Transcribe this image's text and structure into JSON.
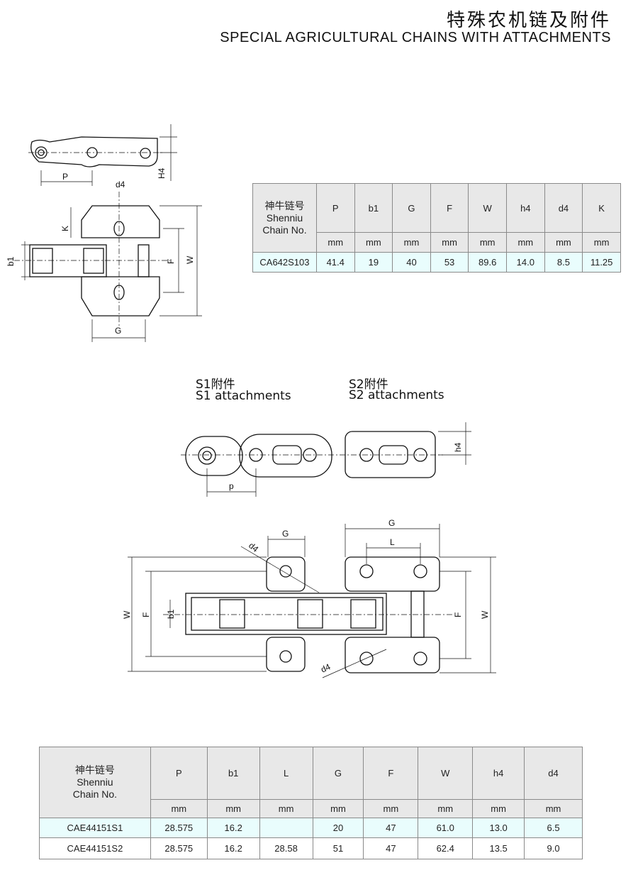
{
  "header": {
    "title_cn": "特殊农机链及附件",
    "title_en": "SPECIAL AGRICULTURAL CHAINS WITH ATTACHMENTS"
  },
  "drawing_labels": {
    "P": "P",
    "H4": "H4",
    "d4": "d4",
    "K": "K",
    "b1": "b1",
    "F": "F",
    "W": "W",
    "G": "G",
    "p": "p",
    "h4": "h4",
    "L": "L"
  },
  "attachments": {
    "s1_cn": "S1附件",
    "s1_en": "S1 attachments",
    "s2_cn": "S2附件",
    "s2_en": "S2 attachments"
  },
  "table1": {
    "chain_no_header": [
      "神牛链号",
      "Shenniu",
      "Chain No."
    ],
    "columns": [
      "P",
      "b1",
      "G",
      "F",
      "W",
      "h4",
      "d4",
      "K"
    ],
    "units": [
      "mm",
      "mm",
      "mm",
      "mm",
      "mm",
      "mm",
      "mm",
      "mm"
    ],
    "rows": [
      {
        "chain_no": "CA642S103",
        "values": [
          "41.4",
          "19",
          "40",
          "53",
          "89.6",
          "14.0",
          "8.5",
          "11.25"
        ]
      }
    ]
  },
  "table2": {
    "chain_no_header": [
      "神牛链号",
      "Shenniu",
      "Chain No."
    ],
    "columns": [
      "P",
      "b1",
      "L",
      "G",
      "F",
      "W",
      "h4",
      "d4"
    ],
    "units": [
      "mm",
      "mm",
      "mm",
      "mm",
      "mm",
      "mm",
      "mm",
      "mm"
    ],
    "rows": [
      {
        "chain_no": "CAE44151S1",
        "values": [
          "28.575",
          "16.2",
          "",
          "20",
          "47",
          "61.0",
          "13.0",
          "6.5"
        ]
      },
      {
        "chain_no": "CAE44151S2",
        "values": [
          "28.575",
          "16.2",
          "28.58",
          "51",
          "47",
          "62.4",
          "13.5",
          "9.0"
        ]
      }
    ]
  }
}
